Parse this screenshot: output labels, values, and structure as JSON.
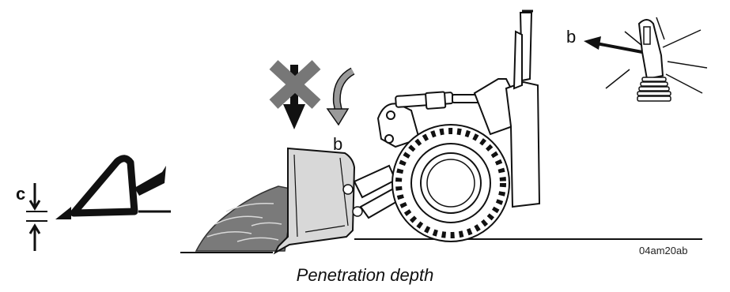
{
  "labels": {
    "c": "c",
    "b_center": "b",
    "b_right": "b",
    "reference_code": "04am20ab"
  },
  "caption": "Penetration depth",
  "colors": {
    "line": "#111111",
    "fill_grey": "#9a9a9a",
    "pile": "#7a7a7a",
    "bucket_fill": "#d8d8d8"
  },
  "icons": {
    "not_allowed": "crossed-down-arrow-icon",
    "bucket_roll": "curved-arrow-icon",
    "lever": "joystick-lever-icon"
  }
}
